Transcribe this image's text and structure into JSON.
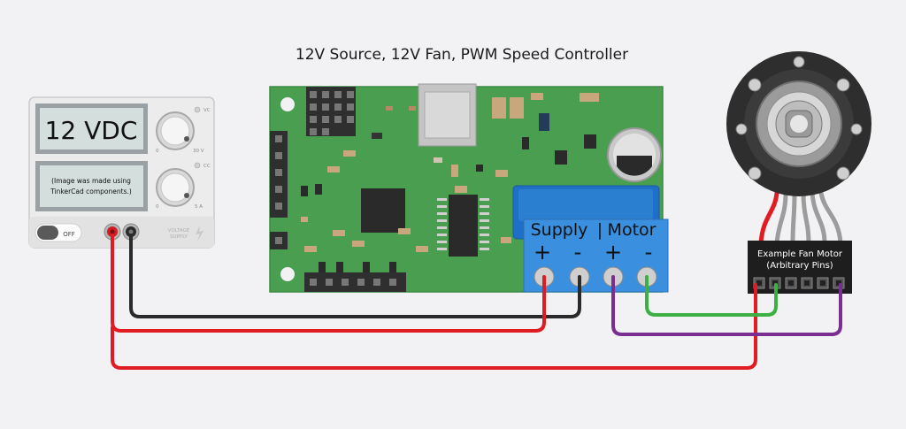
{
  "title": "12V Source, 12V Fan, PWM Speed Controller",
  "power_supply": {
    "voltage_display": "12 VDC",
    "note_line1": "(Image was made using",
    "note_line2": "TinkerCad components.)",
    "knob_vc_label": "VC",
    "knob_vc_min": "0",
    "knob_vc_max": "30 V",
    "knob_cc_label": "CC",
    "knob_cc_min": "0",
    "knob_cc_max": "5 A",
    "switch_label": "OFF",
    "brand_line1": "VOLTAGE",
    "brand_line2": "SUPPLY"
  },
  "controller": {
    "supply_label": "Supply",
    "divider": "|",
    "motor_label": "Motor",
    "supply_plus": "+",
    "supply_minus": "-",
    "motor_plus": "+",
    "motor_minus": "-"
  },
  "fan": {
    "label_line1": "Example Fan Motor",
    "label_line2": "(Arbitrary Pins)"
  },
  "colors": {
    "background": "#f2f2f4",
    "pcb_green": "#4a9e4f",
    "terminal_blue": "#2b7fd0",
    "wire_red": "#e01b22",
    "wire_black": "#2a2a2a",
    "wire_green": "#3cb043",
    "wire_purple": "#7b2e91",
    "wire_gray": "#9c9c9c"
  }
}
